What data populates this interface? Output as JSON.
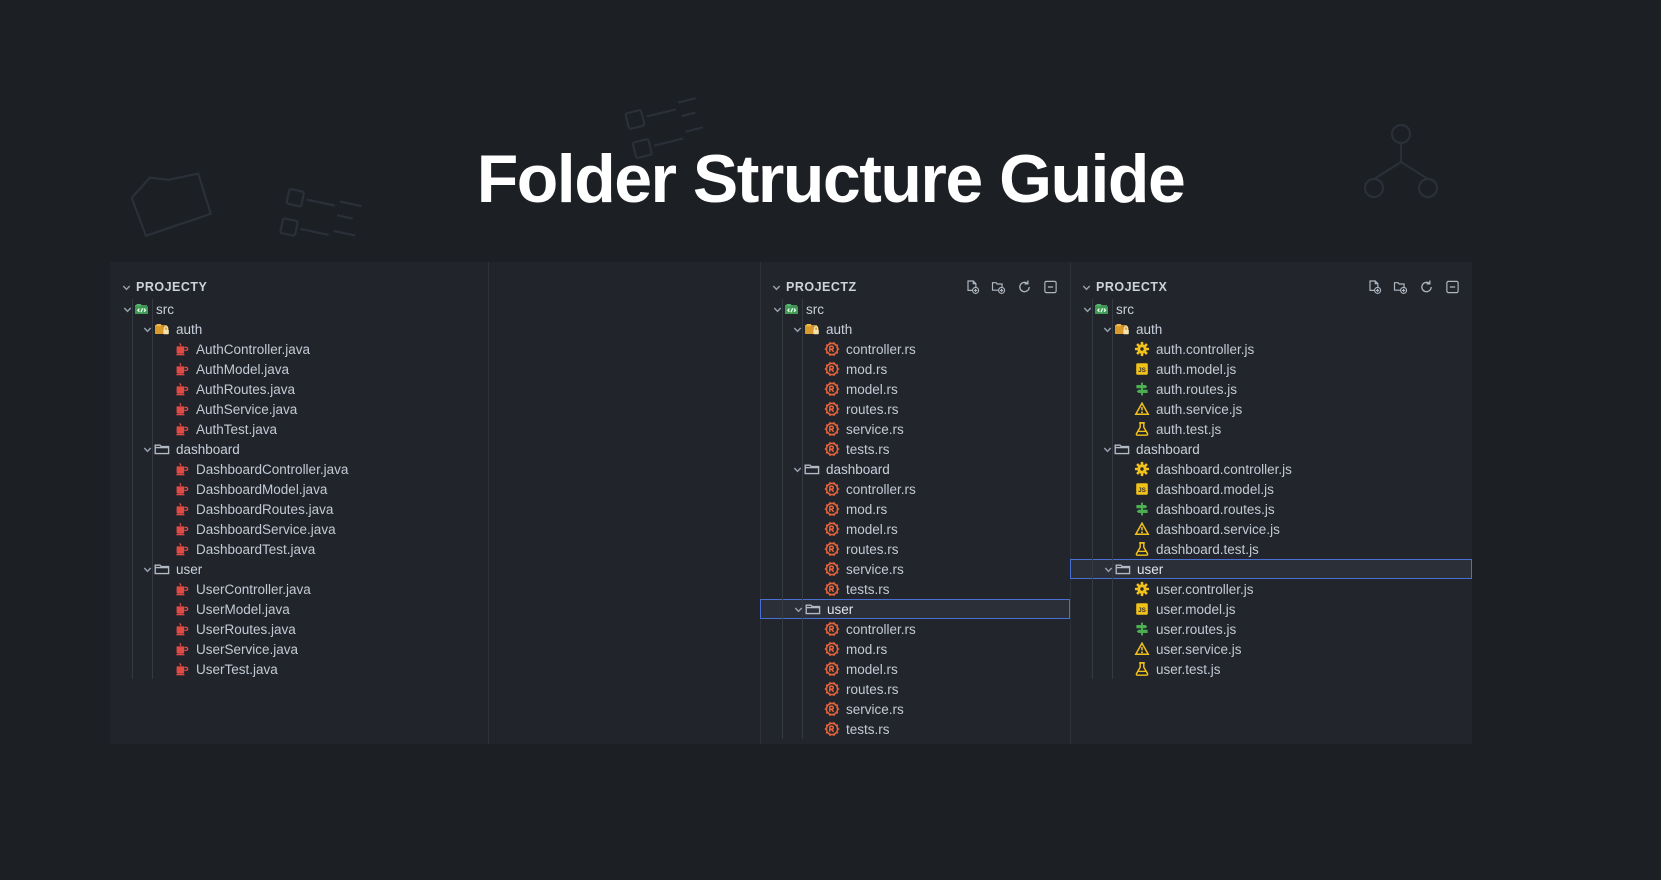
{
  "page": {
    "title": "Folder Structure Guide",
    "background_color": "#1c1f24",
    "panel_color": "#21252b",
    "selection_border_color": "#4a6fd4",
    "text_color": "#c3cad6"
  },
  "toolbar": {
    "icons": [
      {
        "name": "new-file-icon",
        "label": "New File"
      },
      {
        "name": "new-folder-icon",
        "label": "New Folder"
      },
      {
        "name": "refresh-icon",
        "label": "Refresh Explorer"
      },
      {
        "name": "collapse-all-icon",
        "label": "Collapse Folders in Explorer"
      }
    ]
  },
  "panels": [
    {
      "id": "projecty",
      "header": "PROJECTY",
      "has_toolbar": false,
      "tree": [
        {
          "depth": 0,
          "label": "src",
          "type": "folder",
          "icon": "src-folder-icon",
          "expanded": true,
          "selected": false
        },
        {
          "depth": 1,
          "label": "auth",
          "type": "folder",
          "icon": "auth-folder-icon",
          "expanded": true,
          "selected": false
        },
        {
          "depth": 2,
          "label": "AuthController.java",
          "type": "file",
          "icon": "java-icon",
          "selected": false
        },
        {
          "depth": 2,
          "label": "AuthModel.java",
          "type": "file",
          "icon": "java-icon",
          "selected": false
        },
        {
          "depth": 2,
          "label": "AuthRoutes.java",
          "type": "file",
          "icon": "java-icon",
          "selected": false
        },
        {
          "depth": 2,
          "label": "AuthService.java",
          "type": "file",
          "icon": "java-icon",
          "selected": false
        },
        {
          "depth": 2,
          "label": "AuthTest.java",
          "type": "file",
          "icon": "java-icon",
          "selected": false
        },
        {
          "depth": 1,
          "label": "dashboard",
          "type": "folder",
          "icon": "folder-icon",
          "expanded": true,
          "selected": false
        },
        {
          "depth": 2,
          "label": "DashboardController.java",
          "type": "file",
          "icon": "java-icon",
          "selected": false
        },
        {
          "depth": 2,
          "label": "DashboardModel.java",
          "type": "file",
          "icon": "java-icon",
          "selected": false
        },
        {
          "depth": 2,
          "label": "DashboardRoutes.java",
          "type": "file",
          "icon": "java-icon",
          "selected": false
        },
        {
          "depth": 2,
          "label": "DashboardService.java",
          "type": "file",
          "icon": "java-icon",
          "selected": false
        },
        {
          "depth": 2,
          "label": "DashboardTest.java",
          "type": "file",
          "icon": "java-icon",
          "selected": false
        },
        {
          "depth": 1,
          "label": "user",
          "type": "folder",
          "icon": "folder-icon",
          "expanded": true,
          "selected": false
        },
        {
          "depth": 2,
          "label": "UserController.java",
          "type": "file",
          "icon": "java-icon",
          "selected": false
        },
        {
          "depth": 2,
          "label": "UserModel.java",
          "type": "file",
          "icon": "java-icon",
          "selected": false
        },
        {
          "depth": 2,
          "label": "UserRoutes.java",
          "type": "file",
          "icon": "java-icon",
          "selected": false
        },
        {
          "depth": 2,
          "label": "UserService.java",
          "type": "file",
          "icon": "java-icon",
          "selected": false
        },
        {
          "depth": 2,
          "label": "UserTest.java",
          "type": "file",
          "icon": "java-icon",
          "selected": false
        }
      ]
    },
    {
      "id": "projectz",
      "header": "PROJECTZ",
      "has_toolbar": true,
      "tree": [
        {
          "depth": 0,
          "label": "src",
          "type": "folder",
          "icon": "src-folder-icon",
          "expanded": true,
          "selected": false
        },
        {
          "depth": 1,
          "label": "auth",
          "type": "folder",
          "icon": "auth-folder-icon",
          "expanded": true,
          "selected": false
        },
        {
          "depth": 2,
          "label": "controller.rs",
          "type": "file",
          "icon": "rust-icon",
          "selected": false
        },
        {
          "depth": 2,
          "label": "mod.rs",
          "type": "file",
          "icon": "rust-icon",
          "selected": false
        },
        {
          "depth": 2,
          "label": "model.rs",
          "type": "file",
          "icon": "rust-icon",
          "selected": false
        },
        {
          "depth": 2,
          "label": "routes.rs",
          "type": "file",
          "icon": "rust-icon",
          "selected": false
        },
        {
          "depth": 2,
          "label": "service.rs",
          "type": "file",
          "icon": "rust-icon",
          "selected": false
        },
        {
          "depth": 2,
          "label": "tests.rs",
          "type": "file",
          "icon": "rust-icon",
          "selected": false
        },
        {
          "depth": 1,
          "label": "dashboard",
          "type": "folder",
          "icon": "folder-icon",
          "expanded": true,
          "selected": false
        },
        {
          "depth": 2,
          "label": "controller.rs",
          "type": "file",
          "icon": "rust-icon",
          "selected": false
        },
        {
          "depth": 2,
          "label": "mod.rs",
          "type": "file",
          "icon": "rust-icon",
          "selected": false
        },
        {
          "depth": 2,
          "label": "model.rs",
          "type": "file",
          "icon": "rust-icon",
          "selected": false
        },
        {
          "depth": 2,
          "label": "routes.rs",
          "type": "file",
          "icon": "rust-icon",
          "selected": false
        },
        {
          "depth": 2,
          "label": "service.rs",
          "type": "file",
          "icon": "rust-icon",
          "selected": false
        },
        {
          "depth": 2,
          "label": "tests.rs",
          "type": "file",
          "icon": "rust-icon",
          "selected": false
        },
        {
          "depth": 1,
          "label": "user",
          "type": "folder",
          "icon": "folder-icon",
          "expanded": true,
          "selected": true
        },
        {
          "depth": 2,
          "label": "controller.rs",
          "type": "file",
          "icon": "rust-icon",
          "selected": false
        },
        {
          "depth": 2,
          "label": "mod.rs",
          "type": "file",
          "icon": "rust-icon",
          "selected": false
        },
        {
          "depth": 2,
          "label": "model.rs",
          "type": "file",
          "icon": "rust-icon",
          "selected": false
        },
        {
          "depth": 2,
          "label": "routes.rs",
          "type": "file",
          "icon": "rust-icon",
          "selected": false
        },
        {
          "depth": 2,
          "label": "service.rs",
          "type": "file",
          "icon": "rust-icon",
          "selected": false
        },
        {
          "depth": 2,
          "label": "tests.rs",
          "type": "file",
          "icon": "rust-icon",
          "selected": false
        }
      ]
    },
    {
      "id": "projectx",
      "header": "PROJECTX",
      "has_toolbar": true,
      "tree": [
        {
          "depth": 0,
          "label": "src",
          "type": "folder",
          "icon": "src-folder-icon",
          "expanded": true,
          "selected": false
        },
        {
          "depth": 1,
          "label": "auth",
          "type": "folder",
          "icon": "auth-folder-icon",
          "expanded": true,
          "selected": false
        },
        {
          "depth": 2,
          "label": "auth.controller.js",
          "type": "file",
          "icon": "gear-icon",
          "selected": false
        },
        {
          "depth": 2,
          "label": "auth.model.js",
          "type": "file",
          "icon": "js-badge-icon",
          "selected": false
        },
        {
          "depth": 2,
          "label": "auth.routes.js",
          "type": "file",
          "icon": "signpost-icon",
          "selected": false
        },
        {
          "depth": 2,
          "label": "auth.service.js",
          "type": "file",
          "icon": "warning-triangle-icon",
          "selected": false
        },
        {
          "depth": 2,
          "label": "auth.test.js",
          "type": "file",
          "icon": "flask-icon",
          "selected": false
        },
        {
          "depth": 1,
          "label": "dashboard",
          "type": "folder",
          "icon": "folder-icon",
          "expanded": true,
          "selected": false
        },
        {
          "depth": 2,
          "label": "dashboard.controller.js",
          "type": "file",
          "icon": "gear-icon",
          "selected": false
        },
        {
          "depth": 2,
          "label": "dashboard.model.js",
          "type": "file",
          "icon": "js-badge-icon",
          "selected": false
        },
        {
          "depth": 2,
          "label": "dashboard.routes.js",
          "type": "file",
          "icon": "signpost-icon",
          "selected": false
        },
        {
          "depth": 2,
          "label": "dashboard.service.js",
          "type": "file",
          "icon": "warning-triangle-icon",
          "selected": false
        },
        {
          "depth": 2,
          "label": "dashboard.test.js",
          "type": "file",
          "icon": "flask-icon",
          "selected": false
        },
        {
          "depth": 1,
          "label": "user",
          "type": "folder",
          "icon": "folder-icon",
          "expanded": true,
          "selected": true
        },
        {
          "depth": 2,
          "label": "user.controller.js",
          "type": "file",
          "icon": "gear-icon",
          "selected": false
        },
        {
          "depth": 2,
          "label": "user.model.js",
          "type": "file",
          "icon": "js-badge-icon",
          "selected": false
        },
        {
          "depth": 2,
          "label": "user.routes.js",
          "type": "file",
          "icon": "signpost-icon",
          "selected": false
        },
        {
          "depth": 2,
          "label": "user.service.js",
          "type": "file",
          "icon": "warning-triangle-icon",
          "selected": false
        },
        {
          "depth": 2,
          "label": "user.test.js",
          "type": "file",
          "icon": "flask-icon",
          "selected": false
        }
      ]
    }
  ]
}
